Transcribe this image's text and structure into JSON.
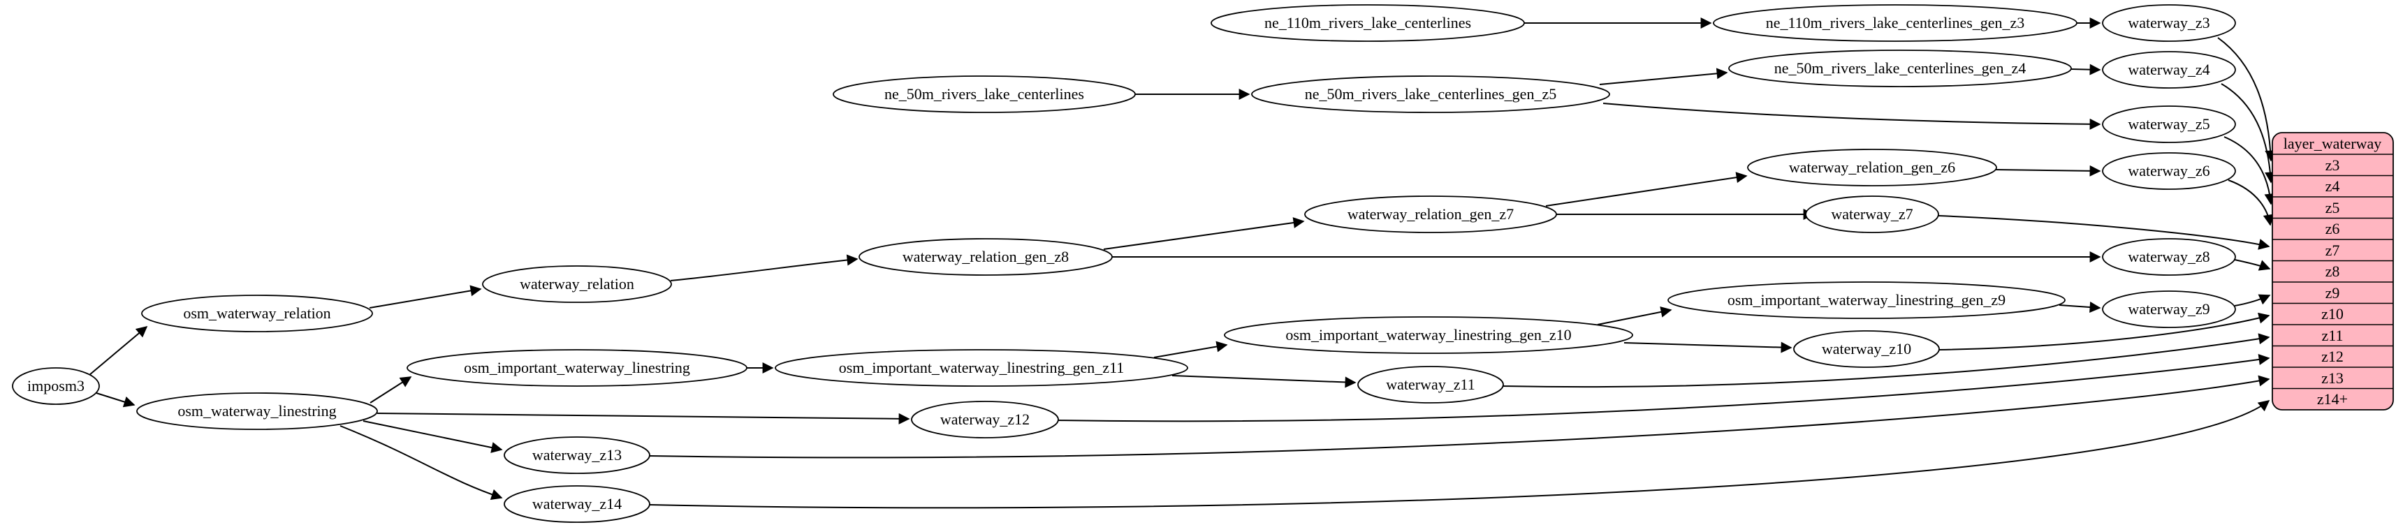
{
  "nodes": {
    "imposm3": "imposm3",
    "osm_waterway_relation": "osm_waterway_relation",
    "osm_waterway_linestring": "osm_waterway_linestring",
    "waterway_relation": "waterway_relation",
    "waterway_relation_gen_z8": "waterway_relation_gen_z8",
    "waterway_relation_gen_z7": "waterway_relation_gen_z7",
    "waterway_relation_gen_z6": "waterway_relation_gen_z6",
    "osm_important_waterway_linestring": "osm_important_waterway_linestring",
    "osm_important_waterway_linestring_gen_z11": "osm_important_waterway_linestring_gen_z11",
    "osm_important_waterway_linestring_gen_z10": "osm_important_waterway_linestring_gen_z10",
    "osm_important_waterway_linestring_gen_z9": "osm_important_waterway_linestring_gen_z9",
    "ne_110m_rivers_lake_centerlines": "ne_110m_rivers_lake_centerlines",
    "ne_110m_rivers_lake_centerlines_gen_z3": "ne_110m_rivers_lake_centerlines_gen_z3",
    "ne_50m_rivers_lake_centerlines": "ne_50m_rivers_lake_centerlines",
    "ne_50m_rivers_lake_centerlines_gen_z5": "ne_50m_rivers_lake_centerlines_gen_z5",
    "ne_50m_rivers_lake_centerlines_gen_z4": "ne_50m_rivers_lake_centerlines_gen_z4",
    "waterway_z3": "waterway_z3",
    "waterway_z4": "waterway_z4",
    "waterway_z5": "waterway_z5",
    "waterway_z6": "waterway_z6",
    "waterway_z7": "waterway_z7",
    "waterway_z8": "waterway_z8",
    "waterway_z9": "waterway_z9",
    "waterway_z10": "waterway_z10",
    "waterway_z11": "waterway_z11",
    "waterway_z12": "waterway_z12",
    "waterway_z13": "waterway_z13",
    "waterway_z14": "waterway_z14"
  },
  "table": {
    "title": "layer_waterway",
    "rows": [
      "z3",
      "z4",
      "z5",
      "z6",
      "z7",
      "z8",
      "z9",
      "z10",
      "z11",
      "z12",
      "z13",
      "z14+"
    ]
  },
  "edges": [
    {
      "from": "imposm3",
      "to": "osm_waterway_relation"
    },
    {
      "from": "imposm3",
      "to": "osm_waterway_linestring"
    },
    {
      "from": "osm_waterway_relation",
      "to": "waterway_relation"
    },
    {
      "from": "waterway_relation",
      "to": "waterway_relation_gen_z8"
    },
    {
      "from": "waterway_relation_gen_z8",
      "to": "waterway_relation_gen_z7"
    },
    {
      "from": "waterway_relation_gen_z8",
      "to": "waterway_z8"
    },
    {
      "from": "waterway_relation_gen_z7",
      "to": "waterway_relation_gen_z6"
    },
    {
      "from": "waterway_relation_gen_z7",
      "to": "waterway_z7"
    },
    {
      "from": "waterway_relation_gen_z6",
      "to": "waterway_z6"
    },
    {
      "from": "ne_110m_rivers_lake_centerlines",
      "to": "ne_110m_rivers_lake_centerlines_gen_z3"
    },
    {
      "from": "ne_110m_rivers_lake_centerlines_gen_z3",
      "to": "waterway_z3"
    },
    {
      "from": "ne_50m_rivers_lake_centerlines",
      "to": "ne_50m_rivers_lake_centerlines_gen_z5"
    },
    {
      "from": "ne_50m_rivers_lake_centerlines_gen_z5",
      "to": "ne_50m_rivers_lake_centerlines_gen_z4"
    },
    {
      "from": "ne_50m_rivers_lake_centerlines_gen_z5",
      "to": "waterway_z5"
    },
    {
      "from": "ne_50m_rivers_lake_centerlines_gen_z4",
      "to": "waterway_z4"
    },
    {
      "from": "osm_waterway_linestring",
      "to": "osm_important_waterway_linestring"
    },
    {
      "from": "osm_important_waterway_linestring",
      "to": "osm_important_waterway_linestring_gen_z11"
    },
    {
      "from": "osm_important_waterway_linestring_gen_z11",
      "to": "osm_important_waterway_linestring_gen_z10"
    },
    {
      "from": "osm_important_waterway_linestring_gen_z11",
      "to": "waterway_z11"
    },
    {
      "from": "osm_important_waterway_linestring_gen_z10",
      "to": "osm_important_waterway_linestring_gen_z9"
    },
    {
      "from": "osm_important_waterway_linestring_gen_z10",
      "to": "waterway_z10"
    },
    {
      "from": "osm_important_waterway_linestring_gen_z9",
      "to": "waterway_z9"
    },
    {
      "from": "osm_waterway_linestring",
      "to": "waterway_z12"
    },
    {
      "from": "osm_waterway_linestring",
      "to": "waterway_z13"
    },
    {
      "from": "osm_waterway_linestring",
      "to": "waterway_z14"
    },
    {
      "from": "waterway_z3",
      "to": "layer_waterway.z3"
    },
    {
      "from": "waterway_z4",
      "to": "layer_waterway.z4"
    },
    {
      "from": "waterway_z5",
      "to": "layer_waterway.z5"
    },
    {
      "from": "waterway_z6",
      "to": "layer_waterway.z6"
    },
    {
      "from": "waterway_z7",
      "to": "layer_waterway.z7"
    },
    {
      "from": "waterway_z8",
      "to": "layer_waterway.z8"
    },
    {
      "from": "waterway_z9",
      "to": "layer_waterway.z9"
    },
    {
      "from": "waterway_z10",
      "to": "layer_waterway.z10"
    },
    {
      "from": "waterway_z11",
      "to": "layer_waterway.z11"
    },
    {
      "from": "waterway_z12",
      "to": "layer_waterway.z12"
    },
    {
      "from": "waterway_z13",
      "to": "layer_waterway.z13"
    },
    {
      "from": "waterway_z14",
      "to": "layer_waterway.z14+"
    }
  ],
  "colors": {
    "background": "#ffffff",
    "node_fill": "#ffffff",
    "table_fill": "#ffb6c1",
    "stroke": "#000000"
  }
}
